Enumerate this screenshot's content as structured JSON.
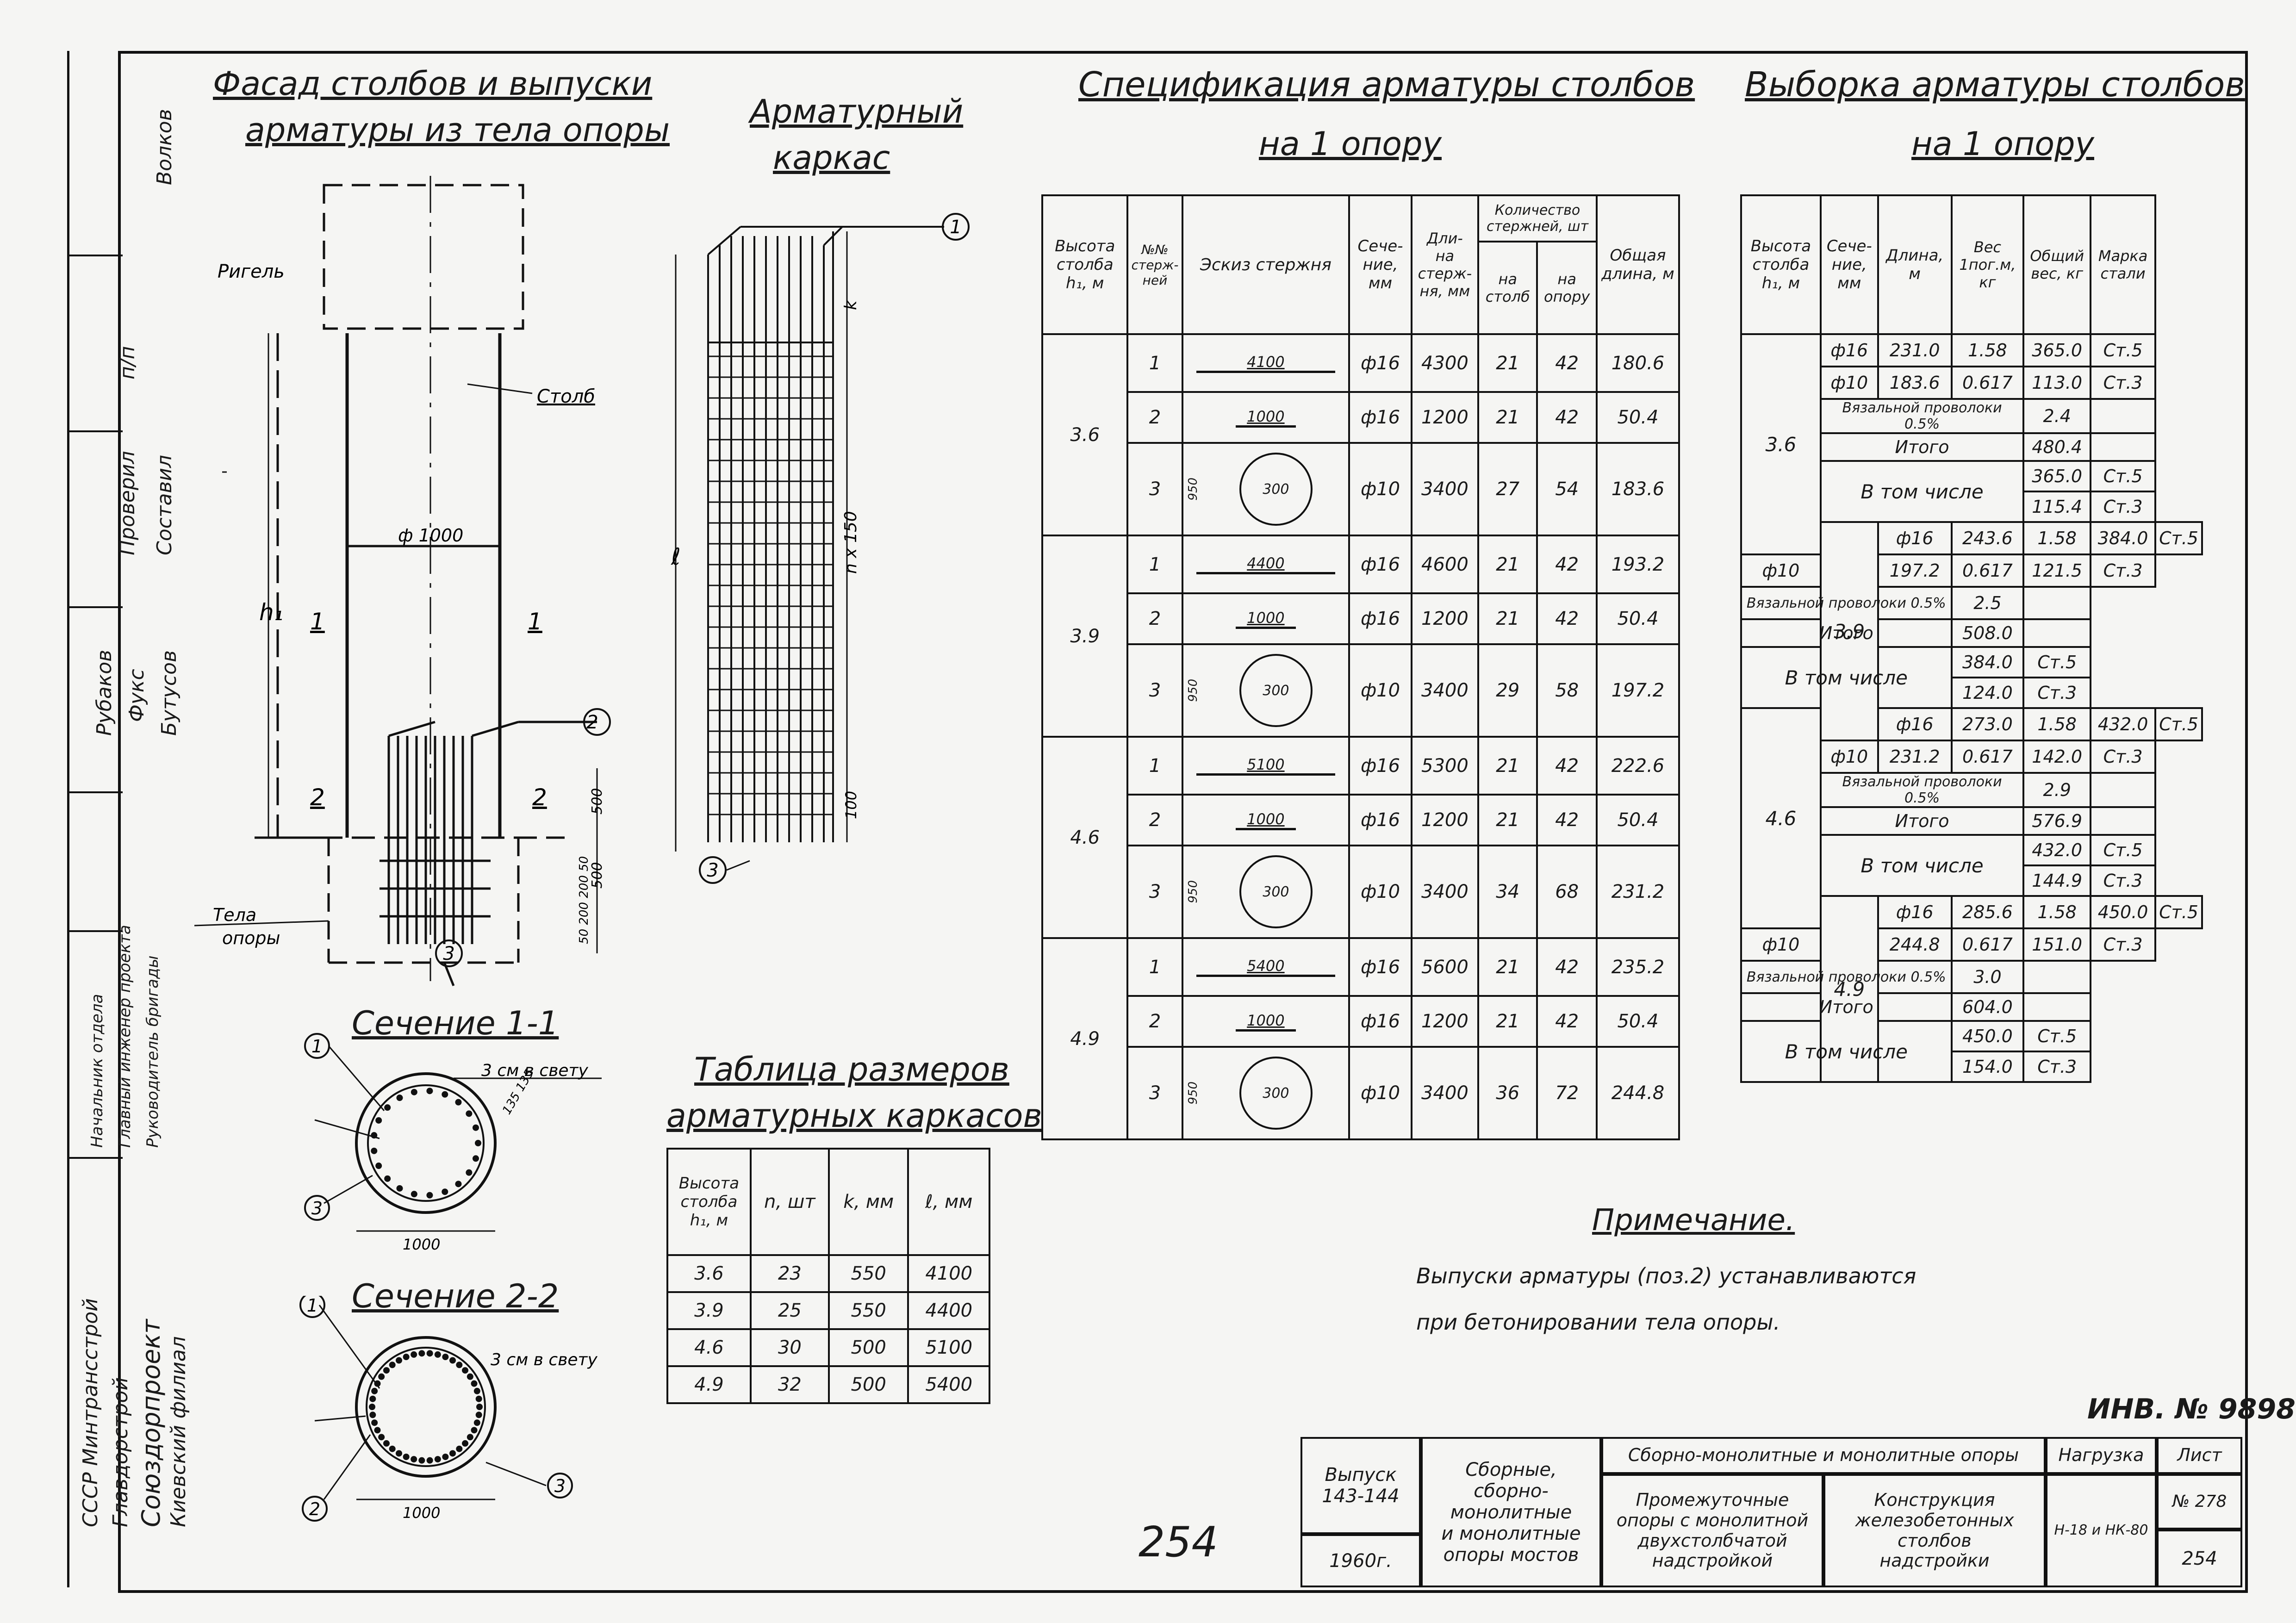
{
  "titles": {
    "facade_line1": "Фасад столбов и выпуски",
    "facade_line2": "арматуры из тела опоры",
    "cage_line1": "Арматурный",
    "cage_line2": "каркас",
    "spec_line1": "Спецификация арматуры столбов",
    "spec_line2": "на 1 опору",
    "select_line1": "Выборка арматуры столбов",
    "select_line2": "на 1 опору",
    "section11": "Сечение 1-1",
    "section22": "Сечение 2-2",
    "sizes_line1": "Таблица размеров",
    "sizes_line2": "арматурных каркасов",
    "note_title": "Примечание."
  },
  "drawing_labels": {
    "rigel": "Ригель",
    "stolb": "Столб",
    "diameter": "ф 1000",
    "h1": "h₁",
    "mark1": "1",
    "mark2": "2",
    "mark3": "3",
    "body_line1": "Тела",
    "body_line2": "опоры",
    "dim500a": "500",
    "dim500b": "500",
    "dim_spacing": "50 200 200 50",
    "cage_l": "ℓ",
    "cage_n": "n x 150",
    "cage_k": "k",
    "cage_100": "100",
    "sec_clear1": "3 см в свету",
    "sec_clear2": "3 см в свету",
    "sec_dim": "1000",
    "sec_dim2": "1000",
    "sec_135": "135 135"
  },
  "spec_table": {
    "headers": {
      "height": "Высота столба h₁, м",
      "num": "№№ стерж- ней",
      "sketch": "Эскиз стержня",
      "section": "Сече- ние, мм",
      "length": "Дли- на стерж- ня, мм",
      "count": "Количество стержней, шт",
      "count_stolb": "на столб",
      "count_opora": "на опору",
      "total": "Общая длина, м"
    },
    "groups": [
      {
        "height": "3.6",
        "rows": [
          {
            "num": "1",
            "sketch": "4100",
            "section": "ф16",
            "length": "4300",
            "stolb": "21",
            "opora": "42",
            "total": "180.6"
          },
          {
            "num": "2",
            "sketch": "1000",
            "section": "ф16",
            "length": "1200",
            "stolb": "21",
            "opora": "42",
            "total": "50.4"
          },
          {
            "num": "3",
            "sketch": "300",
            "section": "ф10",
            "length": "3400",
            "stolb": "27",
            "opora": "54",
            "total": "183.6"
          }
        ]
      },
      {
        "height": "3.9",
        "rows": [
          {
            "num": "1",
            "sketch": "4400",
            "section": "ф16",
            "length": "4600",
            "stolb": "21",
            "opora": "42",
            "total": "193.2"
          },
          {
            "num": "2",
            "sketch": "1000",
            "section": "ф16",
            "length": "1200",
            "stolb": "21",
            "opora": "42",
            "total": "50.4"
          },
          {
            "num": "3",
            "sketch": "300",
            "section": "ф10",
            "length": "3400",
            "stolb": "29",
            "opora": "58",
            "total": "197.2"
          }
        ]
      },
      {
        "height": "4.6",
        "rows": [
          {
            "num": "1",
            "sketch": "5100",
            "section": "ф16",
            "length": "5300",
            "stolb": "21",
            "opora": "42",
            "total": "222.6"
          },
          {
            "num": "2",
            "sketch": "1000",
            "section": "ф16",
            "length": "1200",
            "stolb": "21",
            "opora": "42",
            "total": "50.4"
          },
          {
            "num": "3",
            "sketch": "300",
            "section": "ф10",
            "length": "3400",
            "stolb": "34",
            "opora": "68",
            "total": "231.2"
          }
        ]
      },
      {
        "height": "4.9",
        "rows": [
          {
            "num": "1",
            "sketch": "5400",
            "section": "ф16",
            "length": "5600",
            "stolb": "21",
            "opora": "42",
            "total": "235.2"
          },
          {
            "num": "2",
            "sketch": "1000",
            "section": "ф16",
            "length": "1200",
            "stolb": "21",
            "opora": "42",
            "total": "50.4"
          },
          {
            "num": "3",
            "sketch": "300",
            "section": "ф10",
            "length": "3400",
            "stolb": "36",
            "opora": "72",
            "total": "244.8"
          }
        ]
      }
    ],
    "sketch_950": "950"
  },
  "select_table": {
    "headers": {
      "height": "Высота столба h₁, м",
      "section": "Сече- ние, мм",
      "length": "Длина, м",
      "weight_unit": "Вес 1пог.м, кг",
      "total_weight": "Общий вес, кг",
      "steel": "Марка стали"
    },
    "groups": [
      {
        "height": "3.6",
        "bars": [
          {
            "section": "ф16",
            "length": "231.0",
            "unit": "1.58",
            "weight": "365.0",
            "steel": "Ст.5"
          },
          {
            "section": "ф10",
            "length": "183.6",
            "unit": "0.617",
            "weight": "113.0",
            "steel": "Ст.3"
          }
        ],
        "wire_label": "Вязальной проволоки 0.5%",
        "wire": "2.4",
        "total_label": "Итого",
        "total": "480.4",
        "incl_label": "В том числе",
        "incl": [
          {
            "weight": "365.0",
            "steel": "Ст.5"
          },
          {
            "weight": "115.4",
            "steel": "Ст.3"
          }
        ]
      },
      {
        "height": "3.9",
        "bars": [
          {
            "section": "ф16",
            "length": "243.6",
            "unit": "1.58",
            "weight": "384.0",
            "steel": "Ст.5"
          },
          {
            "section": "ф10",
            "length": "197.2",
            "unit": "0.617",
            "weight": "121.5",
            "steel": "Ст.3"
          }
        ],
        "wire_label": "Вязальной проволоки 0.5%",
        "wire": "2.5",
        "total_label": "Итого",
        "total": "508.0",
        "incl_label": "В том числе",
        "incl": [
          {
            "weight": "384.0",
            "steel": "Ст.5"
          },
          {
            "weight": "124.0",
            "steel": "Ст.3"
          }
        ]
      },
      {
        "height": "4.6",
        "bars": [
          {
            "section": "ф16",
            "length": "273.0",
            "unit": "1.58",
            "weight": "432.0",
            "steel": "Ст.5"
          },
          {
            "section": "ф10",
            "length": "231.2",
            "unit": "0.617",
            "weight": "142.0",
            "steel": "Ст.3"
          }
        ],
        "wire_label": "Вязальной проволоки 0.5%",
        "wire": "2.9",
        "total_label": "Итого",
        "total": "576.9",
        "incl_label": "В том числе",
        "incl": [
          {
            "weight": "432.0",
            "steel": "Ст.5"
          },
          {
            "weight": "144.9",
            "steel": "Ст.3"
          }
        ]
      },
      {
        "height": "4.9",
        "bars": [
          {
            "section": "ф16",
            "length": "285.6",
            "unit": "1.58",
            "weight": "450.0",
            "steel": "Ст.5"
          },
          {
            "section": "ф10",
            "length": "244.8",
            "unit": "0.617",
            "weight": "151.0",
            "steel": "Ст.3"
          }
        ],
        "wire_label": "Вязальной проволоки 0.5%",
        "wire": "3.0",
        "total_label": "Итого",
        "total": "604.0",
        "incl_label": "В том числе",
        "incl": [
          {
            "weight": "450.0",
            "steel": "Ст.5"
          },
          {
            "weight": "154.0",
            "steel": "Ст.3"
          }
        ]
      }
    ]
  },
  "sizes_table": {
    "headers": {
      "height": "Высота столба h₁, м",
      "n": "n, шт",
      "k": "k, мм",
      "l": "ℓ, мм"
    },
    "rows": [
      {
        "height": "3.6",
        "n": "23",
        "k": "550",
        "l": "4100"
      },
      {
        "height": "3.9",
        "n": "25",
        "k": "550",
        "l": "4400"
      },
      {
        "height": "4.6",
        "n": "30",
        "k": "500",
        "l": "5100"
      },
      {
        "height": "4.9",
        "n": "32",
        "k": "500",
        "l": "5400"
      }
    ]
  },
  "note": {
    "line1": "Выпуски арматуры (поз.2) устанавливаются",
    "line2": "при бетонировании тела опоры."
  },
  "stamp": {
    "inv": "ИНВ. № 9898.",
    "vypusk_label": "Выпуск",
    "vypusk": "143-144",
    "year": "1960г.",
    "series_line1": "Сборные,",
    "series_line2": "сборно-монолитные",
    "series_line3": "и монолитные",
    "series_line4": "опоры мостов",
    "group_title": "Сборно-монолитные и монолитные опоры",
    "subject_line1": "Промежуточные",
    "subject_line2": "опоры с монолитной",
    "subject_line3": "двухстолбчатой",
    "subject_line4": "надстройкой",
    "element_line1": "Конструкция",
    "element_line2": "железобетонных",
    "element_line3": "столбов",
    "element_line4": "надстройки",
    "load_label": "Нагрузка",
    "load": "Н-18 и НК-80",
    "sheet_label": "Лист",
    "sheet": "№ 278",
    "page": "254",
    "handwritten": "254"
  },
  "side_block": {
    "org1": "СССР Минтрансстрой",
    "org2": "Главдорстрой",
    "org3": "Союздорпроект",
    "org4": "Киевский филиал",
    "role1": "Начальник отдела",
    "role2": "Главный инженер проекта",
    "role3": "Руководитель бригады",
    "role4": "Рубаков",
    "role5": "Фукс",
    "role6": "Бутусов",
    "role7": "Проверил",
    "role8": "Составил",
    "role9": "п/п",
    "role10": "Волков"
  }
}
